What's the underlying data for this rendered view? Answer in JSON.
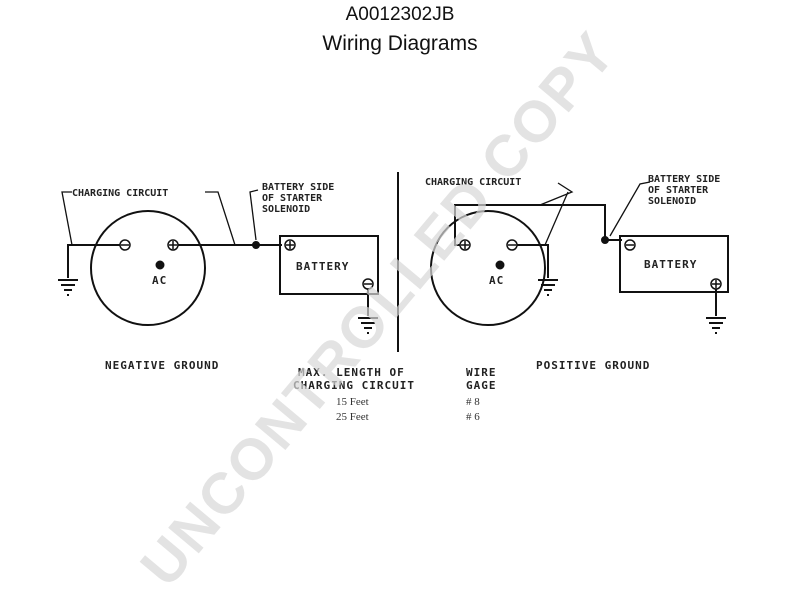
{
  "header": {
    "code": "A0012302JB",
    "title": "Wiring Diagrams"
  },
  "negative_ground": {
    "caption": "NEGATIVE GROUND",
    "charging_circuit": "CHARGING CIRCUIT",
    "battery_side": [
      "BATTERY SIDE",
      "OF STARTER",
      "SOLENOID"
    ],
    "battery": "BATTERY",
    "ac": "AC"
  },
  "positive_ground": {
    "caption": "POSITIVE GROUND",
    "charging_circuit": "CHARGING CIRCUIT",
    "battery_side": [
      "BATTERY SIDE",
      "OF STARTER",
      "SOLENOID"
    ],
    "battery": "BATTERY",
    "ac": "AC"
  },
  "wire_table": {
    "header_length": [
      "MAX. LENGTH OF",
      "CHARGING CIRCUIT"
    ],
    "header_gage": [
      "WIRE",
      "GAGE"
    ],
    "rows": [
      {
        "length": "15 Feet",
        "gage": "# 8"
      },
      {
        "length": "25 Feet",
        "gage": "# 6"
      }
    ]
  },
  "watermark": "UNCONTROLLED COPY"
}
